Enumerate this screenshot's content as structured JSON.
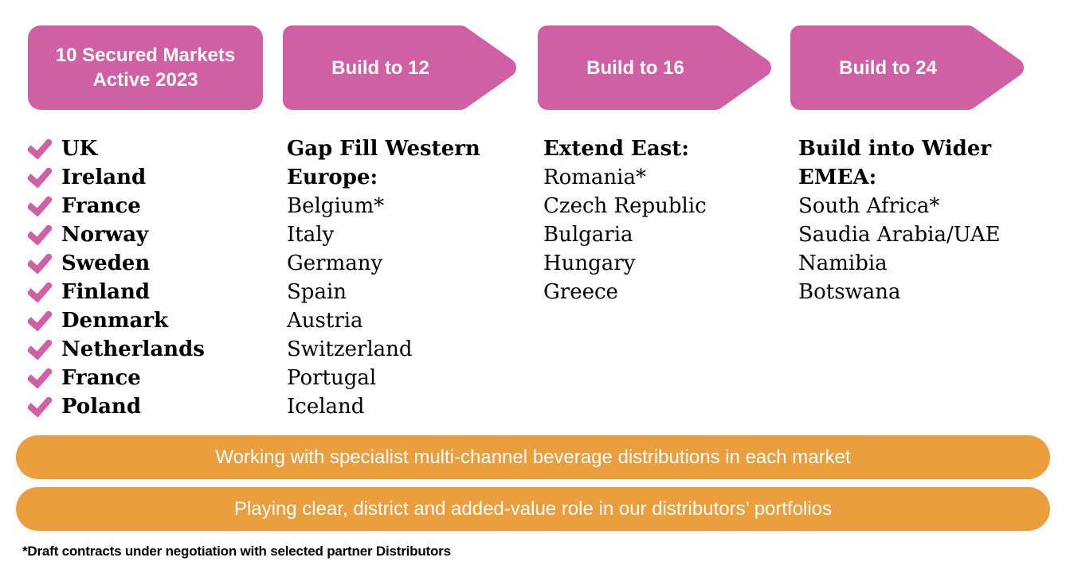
{
  "colors": {
    "pink": "#D05FA4",
    "orange": "#EB9E3E",
    "text": "#000000",
    "header_text": "#FFFFFF"
  },
  "stages": [
    {
      "header": "10 Secured Markets Active 2023",
      "shape": "rounded-rect",
      "list_title": "",
      "items": [
        "UK",
        "Ireland",
        "France",
        "Norway",
        "Sweden",
        "Finland",
        "Denmark",
        "Netherlands",
        "France",
        "Poland"
      ],
      "items_checked": true
    },
    {
      "header": "Build to 12",
      "shape": "arrow-right",
      "list_title": "Gap Fill Western Europe:",
      "items": [
        "Belgium*",
        "Italy",
        "Germany",
        "Spain",
        "Austria",
        "Switzerland",
        "Portugal",
        "Iceland"
      ],
      "items_checked": false
    },
    {
      "header": "Build to 16",
      "shape": "arrow-right",
      "list_title": "Extend East:",
      "items": [
        "Romania*",
        "Czech Republic",
        "Bulgaria",
        "Hungary",
        "Greece"
      ],
      "items_checked": false
    },
    {
      "header": "Build to 24",
      "shape": "arrow-right",
      "list_title": "Build into Wider EMEA:",
      "items": [
        "South Africa*",
        "Saudia Arabia/UAE",
        "Namibia",
        "Botswana"
      ],
      "items_checked": false
    }
  ],
  "banners": [
    "Working with specialist multi-channel beverage distributions in each market",
    "Playing clear, district and added-value role in our distributors’ portfolios"
  ],
  "footnote": "*Draft contracts under negotiation with selected partner Distributors"
}
